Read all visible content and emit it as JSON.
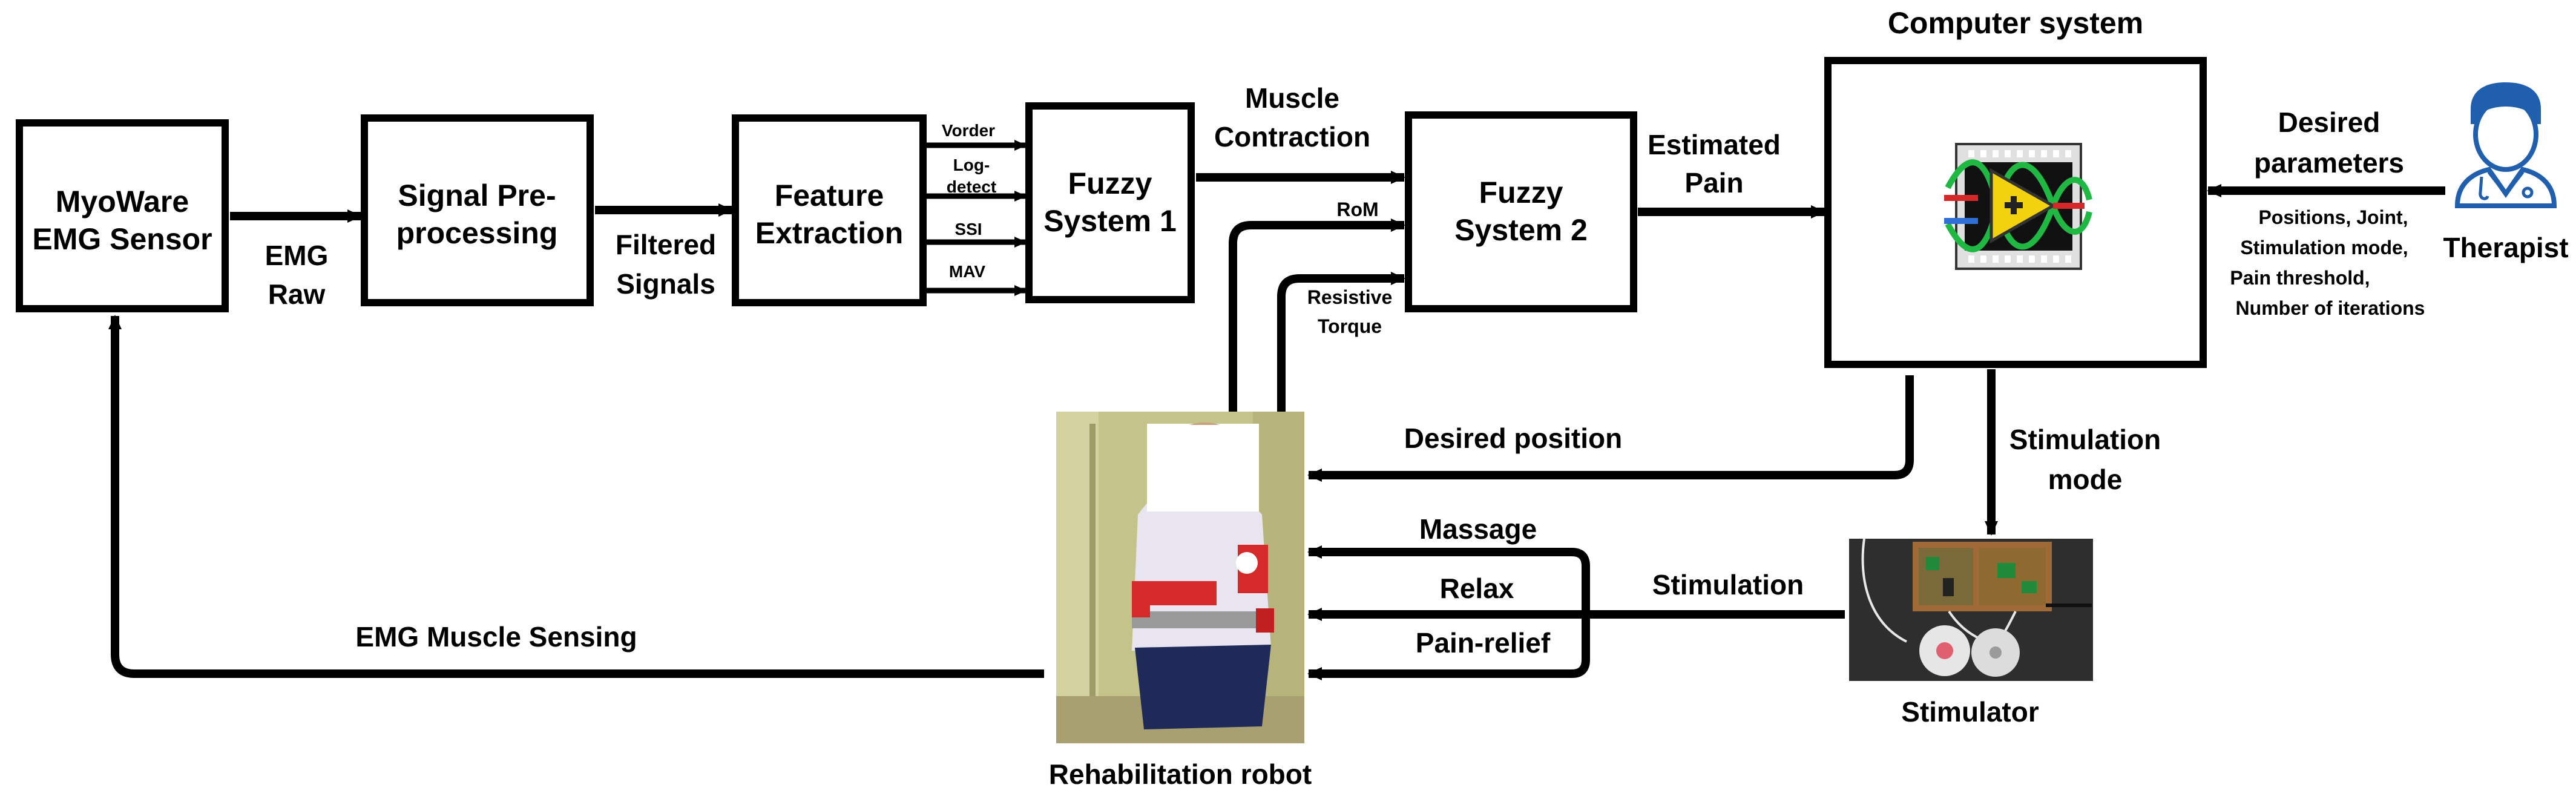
{
  "blocks": {
    "sensor": [
      "MyoWare",
      "EMG Sensor"
    ],
    "preprocessing": [
      "Signal Pre-",
      "processing"
    ],
    "feature_extraction": [
      "Feature",
      "Extraction"
    ],
    "fuzzy1": [
      "Fuzzy",
      "System 1"
    ],
    "fuzzy2": [
      "Fuzzy",
      "System 2"
    ],
    "computer_title": "Computer system"
  },
  "labels": {
    "emg_raw": [
      "EMG",
      "Raw"
    ],
    "filtered_signals": [
      "Filtered",
      "Signals"
    ],
    "features": {
      "vorder": "Vorder",
      "log_detect": [
        "Log-",
        "detect"
      ],
      "ssi": "SSI",
      "mav": "MAV"
    },
    "muscle_contraction": [
      "Muscle",
      "Contraction"
    ],
    "rom": "RoM",
    "resistive_torque": [
      "Resistive",
      "Torque"
    ],
    "estimated_pain": [
      "Estimated",
      "Pain"
    ],
    "desired_parameters": [
      "Desired",
      "parameters"
    ],
    "parameter_list": [
      "Positions, Joint,",
      "Stimulation mode,",
      "Pain threshold,",
      "Number of iterations"
    ],
    "therapist": "Therapist",
    "desired_position": "Desired position",
    "stimulation_mode": [
      "Stimulation",
      "mode"
    ],
    "massage": "Massage",
    "relax": "Relax",
    "pain_relief": "Pain-relief",
    "stimulation": "Stimulation",
    "stimulator": "Stimulator",
    "emg_muscle_sensing": "EMG Muscle Sensing",
    "rehabilitation_robot": "Rehabilitation robot"
  },
  "icons": {
    "labview": "labview-logo-icon",
    "therapist": "doctor-person-icon"
  },
  "colors": {
    "line": "#000000",
    "therapist_blue": "#1f5fae",
    "labview_yellow": "#f2d20f",
    "labview_green": "#1fb842",
    "labview_red": "#d62828",
    "labview_blue": "#2f6fd6"
  }
}
